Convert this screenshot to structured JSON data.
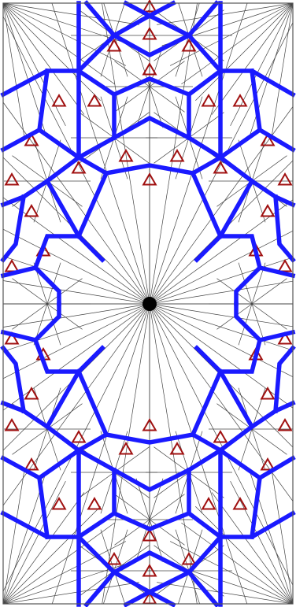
{
  "figure": {
    "subject": "geometric-star-pattern",
    "colors": {
      "background": "#ffffff",
      "frame": "#555555",
      "construction_lines": "#444444",
      "strapwork": "#1a1aff",
      "accents": "#a01010",
      "hub": "#000000"
    },
    "main_hub_rays": 40,
    "corner_fan_rays": 10,
    "center_lines": [
      "vertical",
      "horizontal"
    ]
  }
}
